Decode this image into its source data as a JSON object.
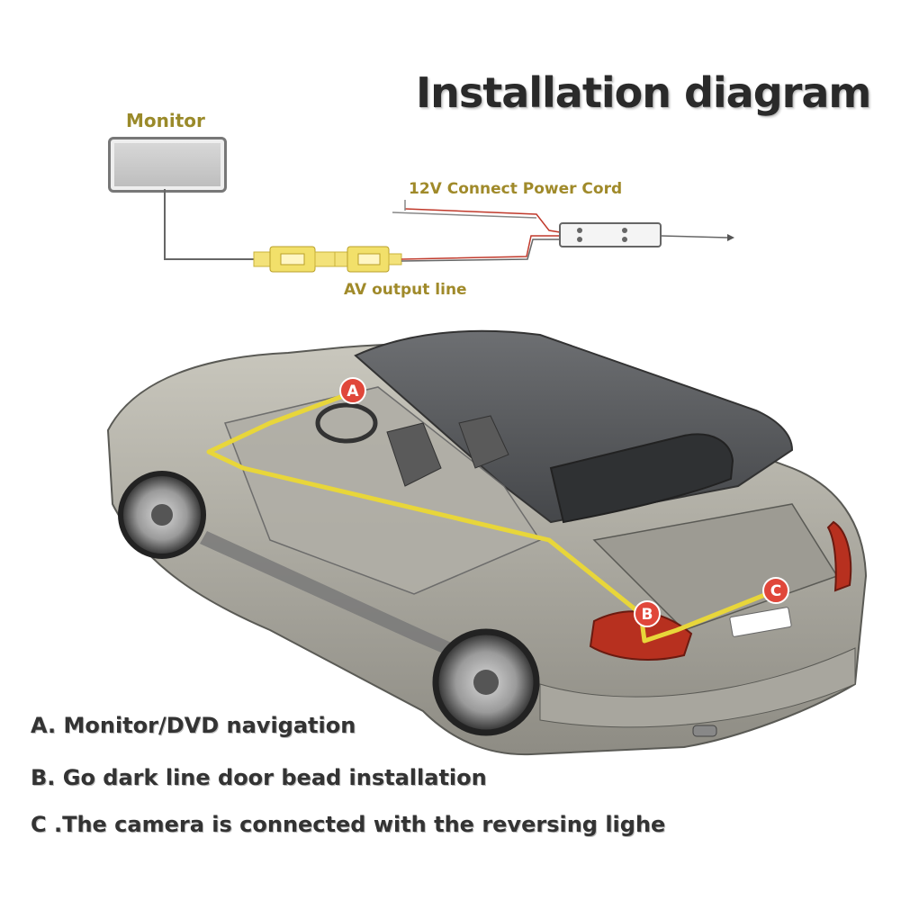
{
  "title": "Installation diagram",
  "monitor_label": "Monitor",
  "power_label": "12V Connect Power Cord",
  "av_label": "AV output line",
  "markers": {
    "a": "A",
    "b": "B",
    "c": "C"
  },
  "legend": {
    "a": "A. Monitor/DVD navigation",
    "b": "B. Go dark line door bead installation",
    "c": "C .The camera is connected with the reversing lighe"
  },
  "colors": {
    "cable": "#e8d63a",
    "marker": "#e0473a",
    "label": "#a08a2a",
    "power_red": "#c0392b"
  }
}
